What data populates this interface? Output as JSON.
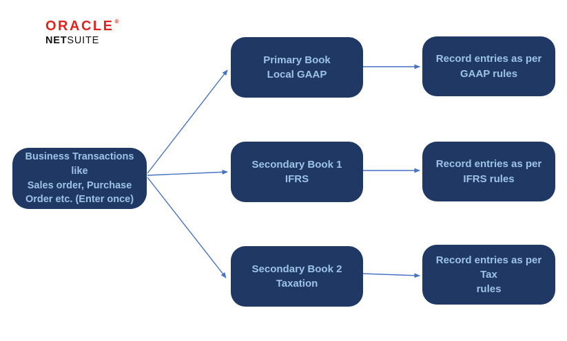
{
  "logo": {
    "oracle_text": "ORACLE",
    "registered_mark": "®",
    "netsuite_net": "NET",
    "netsuite_suite": "SUITE"
  },
  "colors": {
    "box_fill": "#1f3864",
    "box_text": "#9dc3e6",
    "arrow": "#4472c4",
    "oracle_red": "#e2231c",
    "background": "#ffffff"
  },
  "flowchart": {
    "source_box": {
      "line1": "Business Transactions like",
      "line2": "Sales order, Purchase",
      "line3": "Order etc. (Enter once)"
    },
    "rows": [
      {
        "book_line1": "Primary Book",
        "book_line2": "Local GAAP",
        "record_line1": "Record entries as per",
        "record_line2": "GAAP rules"
      },
      {
        "book_line1": "Secondary Book 1",
        "book_line2": "IFRS",
        "record_line1": "Record entries as per",
        "record_line2": "IFRS rules"
      },
      {
        "book_line1": "Secondary Book 2",
        "book_line2": "Taxation",
        "record_line1": "Record entries as per Tax",
        "record_line2": "rules"
      }
    ]
  }
}
